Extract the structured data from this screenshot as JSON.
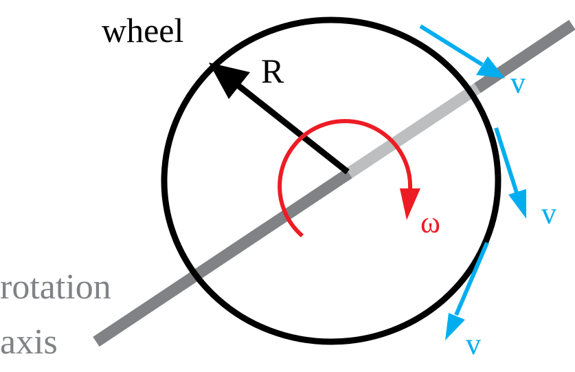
{
  "labels": {
    "wheel": "wheel",
    "radius": "R",
    "angular_velocity": "ω",
    "velocity_1": "v",
    "velocity_2": "v",
    "velocity_3": "v",
    "axis_line1": "rotation",
    "axis_line2": "axis"
  },
  "colors": {
    "wheel": "#000000",
    "radius_arrow": "#000000",
    "axis_back": "#808285",
    "axis_front": "#BCBEC0",
    "rotation_arrow": "#ED1C24",
    "velocity_arrows": "#00AEEF",
    "axis_text": "#808285"
  }
}
